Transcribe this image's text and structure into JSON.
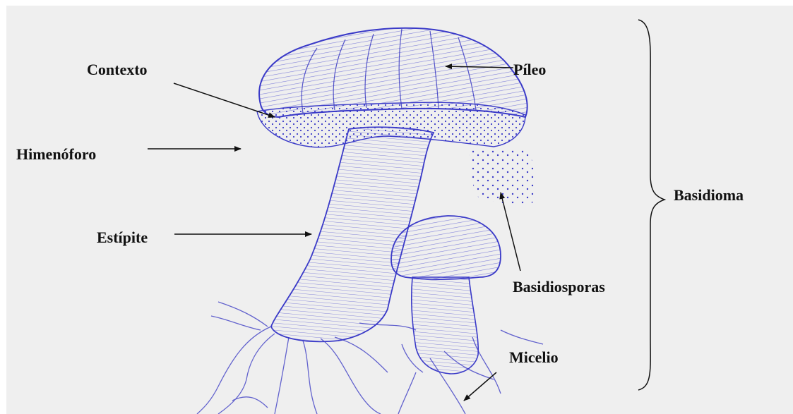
{
  "labels": {
    "contexto": "Contexto",
    "himenoforo": "Himenóforo",
    "estipite": "Estípite",
    "pileo": "Píleo",
    "basidioma": "Basidioma",
    "basidiosporas": "Basidiosporas",
    "micelio": "Micelio"
  },
  "colors": {
    "background": "#efefef",
    "drawing": "#3a3ac8",
    "drawing_light": "#8a8ae0",
    "text": "#111111",
    "arrow": "#111111"
  }
}
